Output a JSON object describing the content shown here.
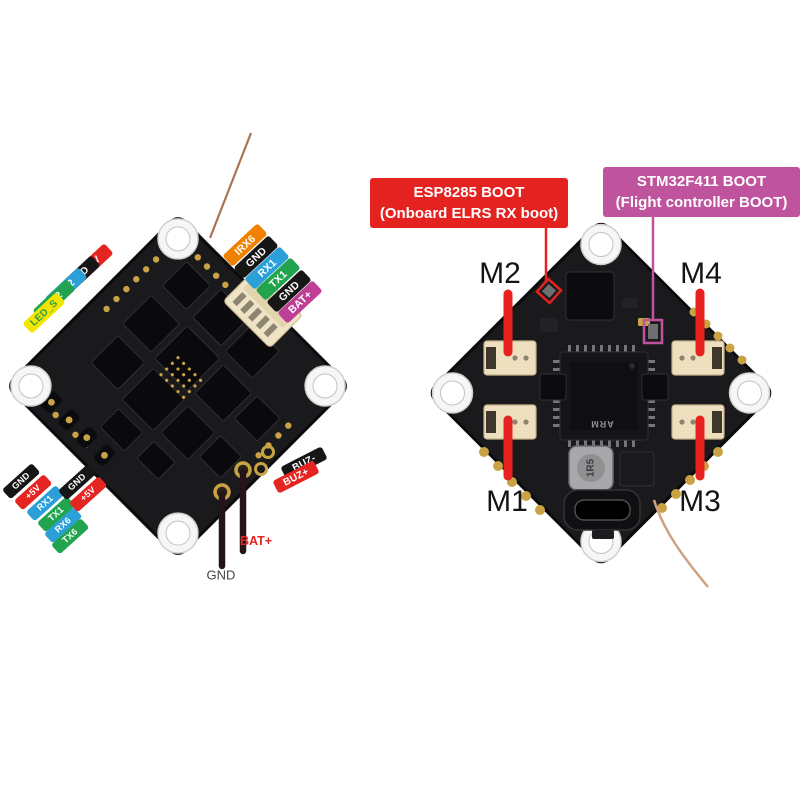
{
  "diagram": {
    "background": "#ffffff",
    "left_board": {
      "description": "flight controller bottom/ESC side with pinout labels",
      "upper_left_pins": [
        {
          "label": "+5V",
          "color": "#e42522",
          "text_color": "#ffffff"
        },
        {
          "label": "GND",
          "color": "#161616",
          "text_color": "#ffffff"
        },
        {
          "label": "RX2",
          "color": "#2b9fd8",
          "text_color": "#ffffff"
        },
        {
          "label": "TX2",
          "color": "#21a44d",
          "text_color": "#ffffff"
        },
        {
          "label": "LED_S",
          "color": "#f2e600",
          "text_color": "#2f9e49"
        }
      ],
      "upper_right_pins": [
        {
          "label": "IRX6",
          "color": "#f08200",
          "text_color": "#ffffff"
        },
        {
          "label": "GND",
          "color": "#161616",
          "text_color": "#ffffff"
        },
        {
          "label": "RX1",
          "color": "#2b9fd8",
          "text_color": "#ffffff"
        },
        {
          "label": "TX1",
          "color": "#21a44d",
          "text_color": "#ffffff"
        },
        {
          "label": "GND",
          "color": "#161616",
          "text_color": "#ffffff"
        },
        {
          "label": "BAT+",
          "color": "#bf3f98",
          "text_color": "#ffffff"
        }
      ],
      "lower_left_pins_col1": [
        {
          "label": "GND",
          "color": "#161616",
          "text_color": "#ffffff"
        },
        {
          "label": "+5V",
          "color": "#e42522",
          "text_color": "#ffffff"
        },
        {
          "label": "RX1",
          "color": "#2b9fd8",
          "text_color": "#ffffff"
        },
        {
          "label": "TX1",
          "color": "#21a44d",
          "text_color": "#ffffff"
        },
        {
          "label": "RX6",
          "color": "#2b9fd8",
          "text_color": "#ffffff"
        },
        {
          "label": "TX6",
          "color": "#21a44d",
          "text_color": "#ffffff"
        }
      ],
      "lower_left_pins_col2": [
        {
          "label": "GND",
          "color": "#161616",
          "text_color": "#ffffff"
        },
        {
          "label": "+5V",
          "color": "#e42522",
          "text_color": "#ffffff"
        }
      ],
      "buzzer_pins": [
        {
          "label": "BUZ-",
          "color": "#161616",
          "text_color": "#ffffff"
        },
        {
          "label": "BUZ+",
          "color": "#e42522",
          "text_color": "#ffffff"
        }
      ],
      "wire_labels": {
        "battery": {
          "label": "BAT+",
          "color": "#e8231f"
        },
        "ground": {
          "label": "GND",
          "color": "#454545"
        }
      }
    },
    "right_board": {
      "description": "flight controller top side with motor pads and boot buttons",
      "callouts": {
        "esp_boot": {
          "line1": "ESP8285 BOOT",
          "line2": "(Onboard ELRS RX boot)",
          "color": "#e42320"
        },
        "stm_boot": {
          "line1": "STM32F411 BOOT",
          "line2": "(Flight controller BOOT)",
          "color": "#c0539d"
        }
      },
      "motor_labels": {
        "m1": "M1",
        "m2": "M2",
        "m3": "M3",
        "m4": "M4"
      },
      "motor_line_color": "#e8231f",
      "highlight_colors": {
        "esp_boot_button": "#e42320",
        "stm_boot_button": "#c0539d"
      },
      "chip_marking": "ARM",
      "inductor_marking": "1R5"
    }
  }
}
